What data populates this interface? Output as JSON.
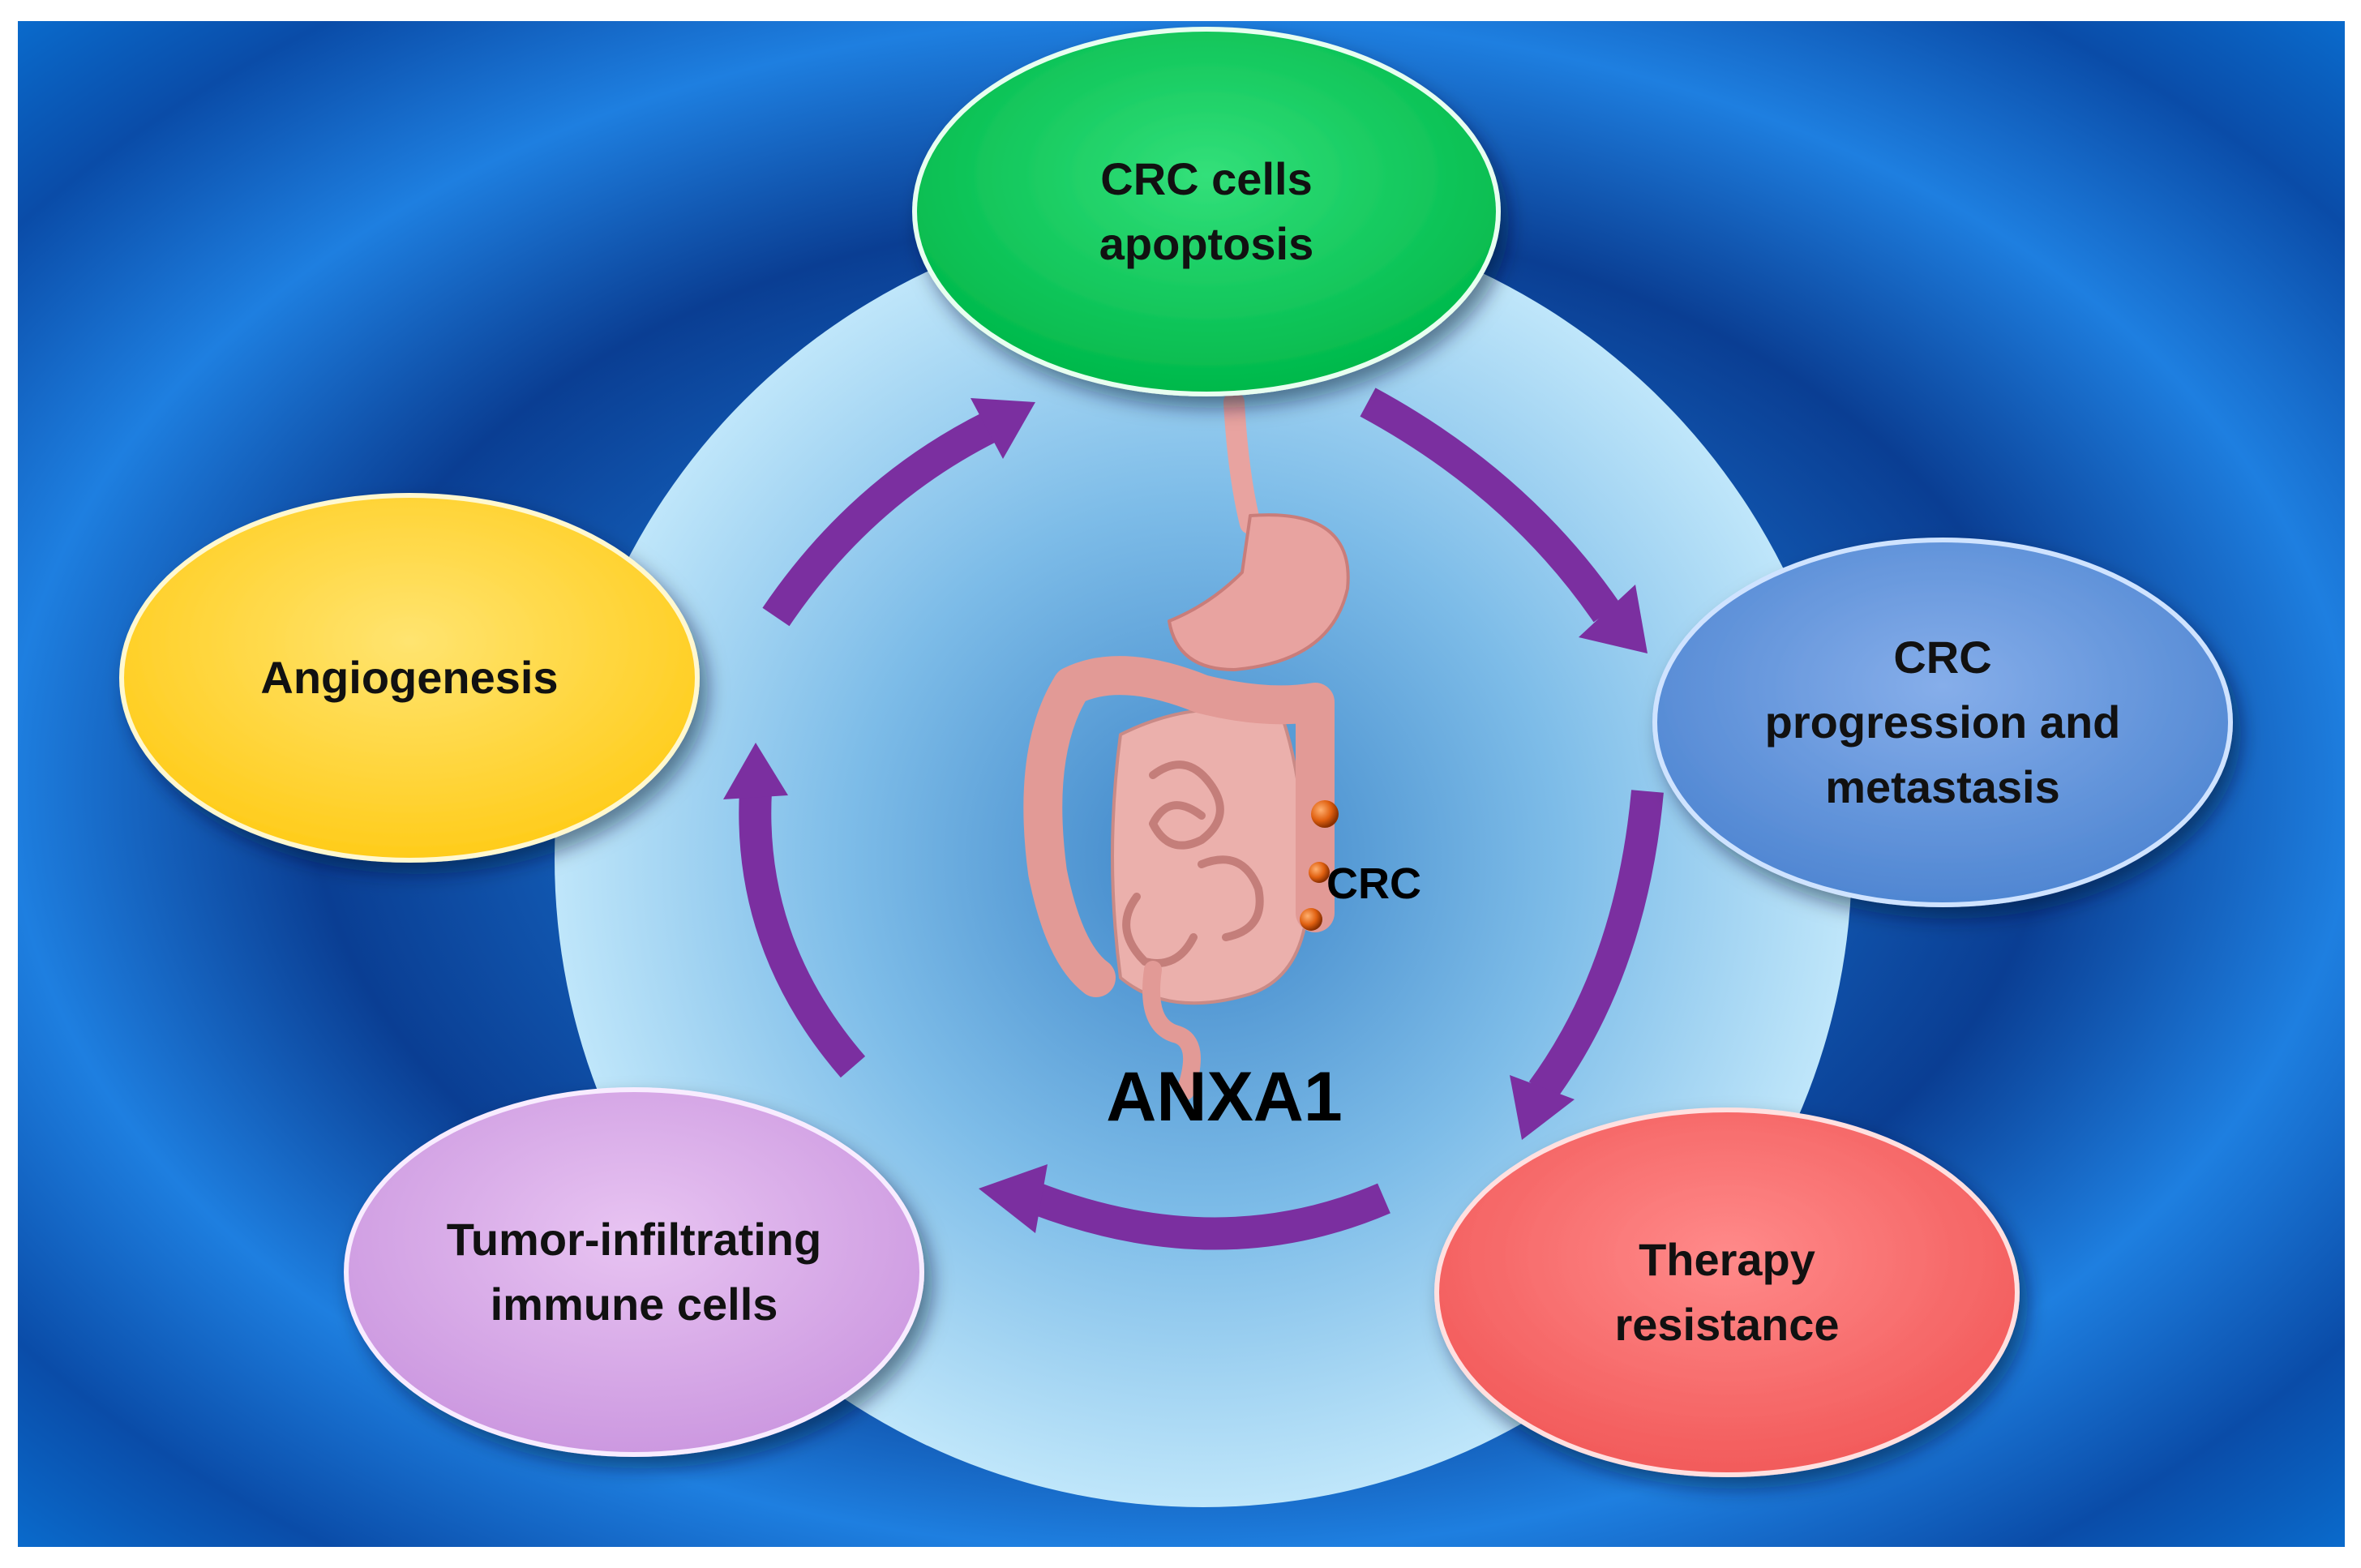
{
  "figure": {
    "center": {
      "label": "ANXA1",
      "tumor_tag": "CRC"
    },
    "nodes": [
      {
        "id": "apoptosis",
        "label": "CRC cells\napoptosis",
        "color": "#00C853"
      },
      {
        "id": "progression",
        "label": "CRC\nprogression and\nmetastasis",
        "color": "#5B8FD9"
      },
      {
        "id": "therapy",
        "label": "Therapy\nresistance",
        "color": "#FF6B6B"
      },
      {
        "id": "immune",
        "label": "Tumor-infiltrating\nimmune cells",
        "color": "#D7A6E8"
      },
      {
        "id": "angiogenesis",
        "label": "Angiogenesis",
        "color": "#FFD93B"
      }
    ],
    "colors": {
      "background": "#0A6FD1",
      "background_dark": "#0A3E93",
      "circle": "#A8D8F5",
      "arrows": "#7B2FA0",
      "intestine": "#E8A3A0",
      "tumor": "#E06010"
    },
    "icons": [
      "intestine-icon",
      "tumor-icon",
      "cycle-arrow-icon"
    ]
  }
}
